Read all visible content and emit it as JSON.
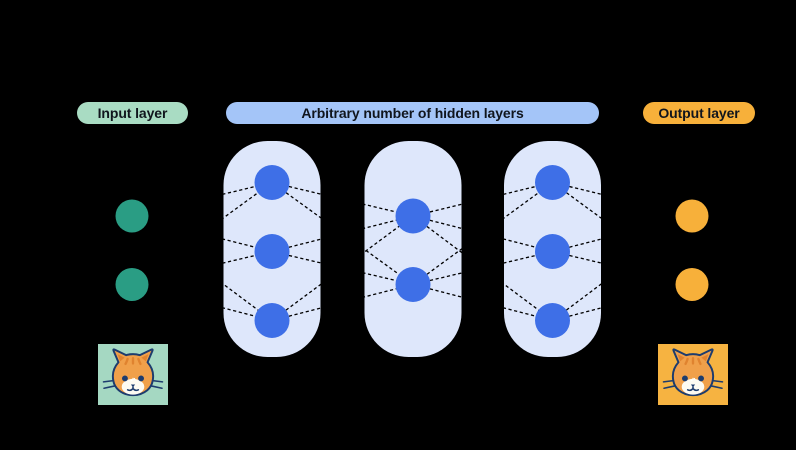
{
  "labels": {
    "input_layer": "Input layer",
    "hidden_layers": "Arbitrary number of hidden layers",
    "output_layer": "Output layer"
  },
  "network": {
    "layers": [
      {
        "name": "input",
        "nodes": 2
      },
      {
        "name": "hidden-1",
        "nodes": 3
      },
      {
        "name": "hidden-2",
        "nodes": 2
      },
      {
        "name": "hidden-3",
        "nodes": 3
      },
      {
        "name": "output",
        "nodes": 2
      }
    ],
    "fully_connected_between_adjacent_layers": true,
    "connection_style": "dashed"
  },
  "colors": {
    "background": "#000000",
    "panel": "#dee7fb",
    "input_node": "#2a9d84",
    "hidden_node": "#3e6fe7",
    "output_node": "#f7b03a",
    "connection": "#000000",
    "input_pill": "#a9dcc3",
    "hidden_pill": "#a4c5f8",
    "output_pill": "#f7b03a",
    "label_text": "#10151d",
    "input_tile": "#a5d8c2",
    "output_tile": "#f6b341"
  },
  "icons": {
    "input_image": "cat-face-icon",
    "output_image": "cat-face-icon"
  }
}
